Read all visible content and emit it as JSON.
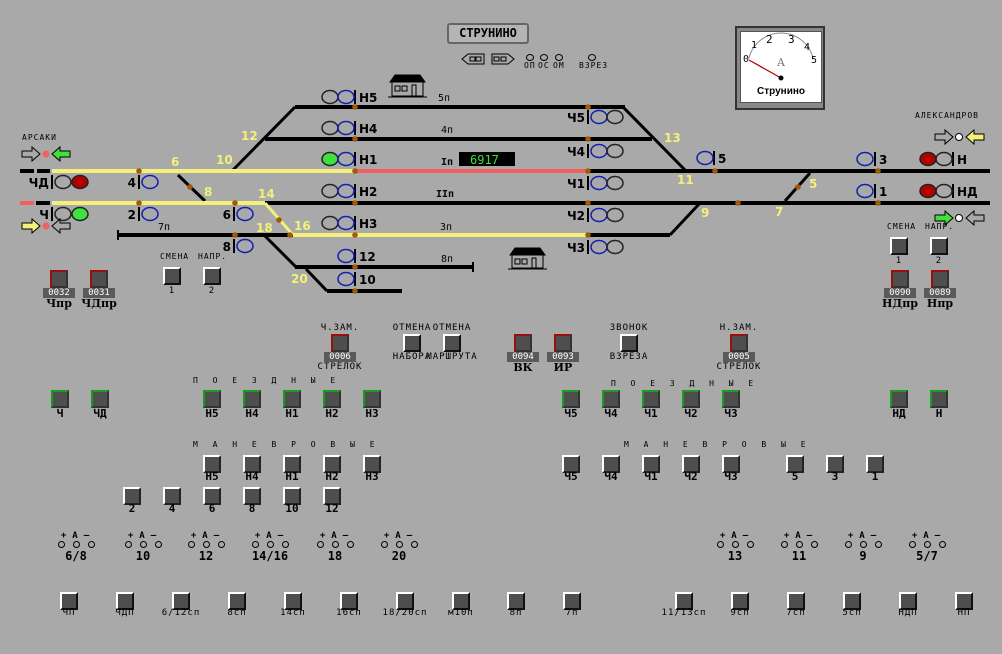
{
  "station": {
    "title": "СТРУНИНО",
    "ammeter_name": "Струнино",
    "ammeter_unit": "A",
    "ammeter_scale": [
      "0",
      "1",
      "2",
      "3",
      "4",
      "5"
    ],
    "ammeter_value": 0
  },
  "indicators": {
    "op": "ОП",
    "os": "ОС",
    "om": "ОМ",
    "vzrez": "ВЗРЕЗ"
  },
  "directions": {
    "left": "АРСАКИ",
    "right": "АЛЕКСАНДРОВ"
  },
  "tracks": {
    "p5": "5п",
    "p4": "4п",
    "p1": "Iп",
    "p2": "IIп",
    "p3": "3п",
    "p7": "7п",
    "p8": "8п"
  },
  "train_number": "6917",
  "switch_labels": [
    "12",
    "10",
    "6",
    "8",
    "14",
    "16",
    "18",
    "20",
    "13",
    "11",
    "5",
    "7",
    "9"
  ],
  "signals": [
    {
      "label": "Н5",
      "lamps": [
        "none",
        "blue"
      ]
    },
    {
      "label": "Н4",
      "lamps": [
        "none",
        "blue"
      ]
    },
    {
      "label": "Н1",
      "lamps": [
        "#3fe03f",
        "blue"
      ]
    },
    {
      "label": "Н2",
      "lamps": [
        "none",
        "blue"
      ]
    },
    {
      "label": "Н3",
      "lamps": [
        "none",
        "blue"
      ]
    },
    {
      "label": "12",
      "lamps": [
        "blue"
      ]
    },
    {
      "label": "10",
      "lamps": [
        "blue"
      ]
    },
    {
      "label": "4",
      "lamps": [
        "blue"
      ]
    },
    {
      "label": "2",
      "lamps": [
        "blue"
      ]
    },
    {
      "label": "6",
      "lamps": [
        "blue"
      ]
    },
    {
      "label": "8",
      "lamps": [
        "blue"
      ]
    },
    {
      "label": "Ч5",
      "lamps": [
        "blue",
        "none"
      ]
    },
    {
      "label": "Ч4",
      "lamps": [
        "blue",
        "none"
      ]
    },
    {
      "label": "Ч1",
      "lamps": [
        "blue",
        "none"
      ]
    },
    {
      "label": "Ч2",
      "lamps": [
        "blue",
        "none"
      ]
    },
    {
      "label": "Ч3",
      "lamps": [
        "blue",
        "none"
      ]
    },
    {
      "label": "5",
      "lamps": [
        "blue"
      ]
    },
    {
      "label": "3",
      "lamps": [
        "blue"
      ]
    },
    {
      "label": "1",
      "lamps": [
        "blue"
      ]
    },
    {
      "label": "Н",
      "lamps": [
        "#b00000",
        "none"
      ]
    },
    {
      "label": "НД",
      "lamps": [
        "#b00000",
        "none"
      ]
    },
    {
      "label": "ЧД",
      "lamps": [
        "none",
        "#b00000"
      ]
    },
    {
      "label": "Ч",
      "lamps": [
        "none",
        "#3fe03f"
      ]
    }
  ],
  "smena": {
    "title_a": "СМЕНА",
    "title_b": "НАПР.",
    "b1": "1",
    "b2": "2"
  },
  "top_controls": [
    {
      "label": "Чпр",
      "counter": "0032",
      "style": "red"
    },
    {
      "label": "ЧДпр",
      "counter": "0031",
      "style": "red"
    },
    {
      "label": "НДпр",
      "counter": "0090",
      "style": "red"
    },
    {
      "label": "Нпр",
      "counter": "0089",
      "style": "red"
    },
    {
      "label": "ВК",
      "counter": "0094",
      "style": "red"
    },
    {
      "label": "ИР",
      "counter": "0093",
      "style": "red"
    }
  ],
  "aux_controls": [
    {
      "top": "Ч.ЗАМ.",
      "counter": "0006",
      "bottom": "СТРЕЛОК",
      "style": "red"
    },
    {
      "top": "ОТМЕНА",
      "bottom": "НАБОРА",
      "style": "plain"
    },
    {
      "top": "ОТМЕНА",
      "bottom": "МАРШРУТА",
      "style": "plain"
    },
    {
      "top": "ЗВОНОК",
      "bottom": "ВЗРЕЗА",
      "style": "plain"
    },
    {
      "top": "Н.ЗАМ.",
      "counter": "0005",
      "bottom": "СТРЕЛОК",
      "style": "red"
    }
  ],
  "headings": {
    "train": "П О Е З Д Н Ы Е",
    "shunt": "М А Н Е В Р О В Ы Е"
  },
  "train_buttons": [
    "Ч",
    "ЧД",
    "Н5",
    "Н4",
    "Н1",
    "Н2",
    "Н3",
    "Ч5",
    "Ч4",
    "Ч1",
    "Ч2",
    "Ч3",
    "НД",
    "Н"
  ],
  "shunt_buttons": [
    "Н5",
    "Н4",
    "Н1",
    "Н2",
    "Н3",
    "Ч5",
    "Ч4",
    "Ч1",
    "Ч2",
    "Ч3",
    "5",
    "3",
    "1",
    "2",
    "4",
    "6",
    "8",
    "10",
    "12"
  ],
  "switch_controls": {
    "symbols": [
      "+",
      "A",
      "—"
    ],
    "items": [
      "6/8",
      "10",
      "12",
      "14/16",
      "18",
      "20",
      "13",
      "11",
      "9",
      "5/7"
    ]
  },
  "section_buttons": [
    "ЧП",
    "ЧДП",
    "6/12сп",
    "8сп",
    "14сп",
    "16сп",
    "18/20сп",
    "м10п",
    "8п",
    "7п",
    "11/13сп",
    "9сп",
    "7сп",
    "5сп",
    "НДП",
    "НП"
  ],
  "colors": {
    "route": "#f5f07a",
    "occupied": "#f06060",
    "track": "#000000",
    "joint": "#a05a10",
    "switch_num": "#f5f07a"
  }
}
